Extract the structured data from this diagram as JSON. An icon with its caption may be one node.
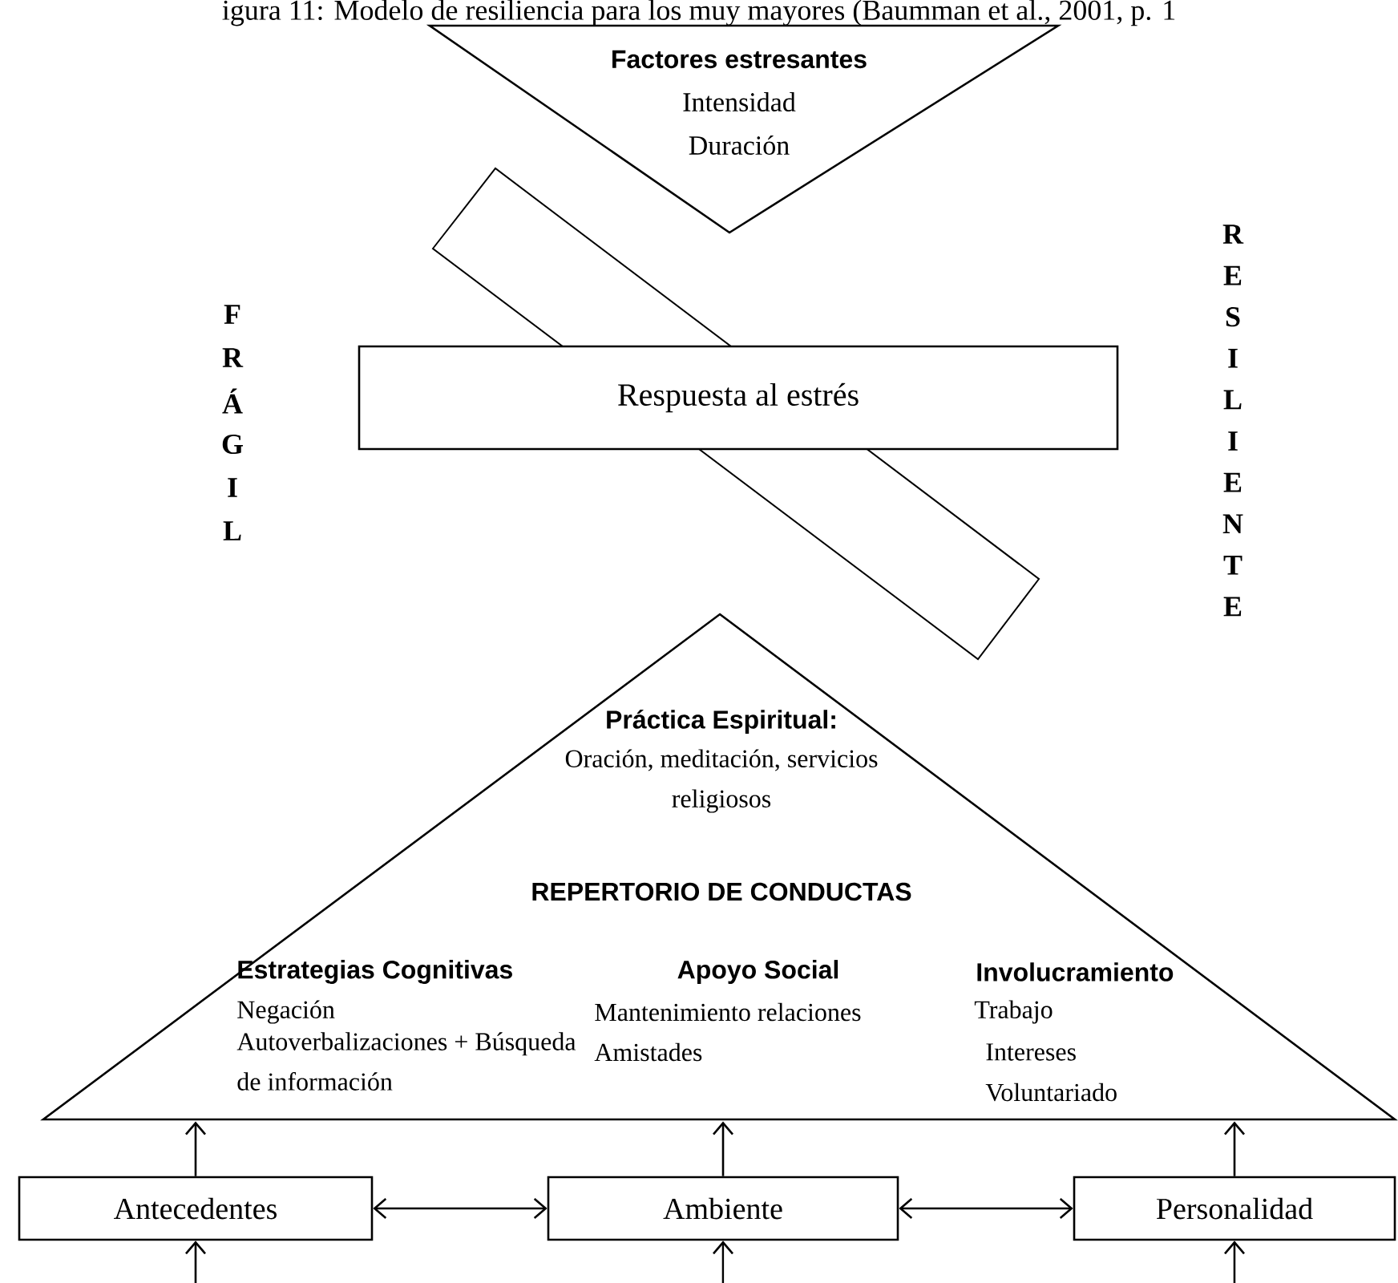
{
  "diagram": {
    "title": "igura 11: Modelo de resiliencia para los muy mayores (Baumman et al., 2001, p. 1",
    "nodes": [
      {
        "text": [
          "Factores estresantes",
          "Intensidad Duración"
        ]
      },
      {
        "text": [],
        "shape": "bar"
      },
      {
        "text": [
          "Respuesta al estrés"
        ]
      },
      {
        "text": [
          "Práctica Espiritual:",
          "Oración, meditación, servicios religiosos",
          "REPERTORIO DE CONDUCTAS",
          "Estrategias Cognitivas",
          "Negación",
          "Autoverbalizaciones + Búsqueda de información",
          "Apoyo Social",
          "Mantenimiento relaciones",
          "Amistades",
          "Involucramiento",
          "Trabajo",
          "Intereses",
          "Voluntariado"
        ]
      },
      {
        "text": [
          "Antecedentes"
        ]
      },
      {
        "text": [
          "Ambiente"
        ]
      },
      {
        "text": [
          "Personalidad"
        ]
      }
    ],
    "edges": [
      {
        "from": 4,
        "to": 3,
        "arrow": "to"
      },
      {
        "from": 5,
        "to": 3,
        "arrow": "to"
      },
      {
        "from": 6,
        "to": 3,
        "arrow": "to"
      },
      {
        "from": 4,
        "to": 5,
        "arrow": "both"
      },
      {
        "from": 5,
        "to": 6,
        "arrow": "both"
      },
      {
        "from": null,
        "to": 4,
        "arrow": "to"
      },
      {
        "from": null,
        "to": 5,
        "arrow": "to"
      },
      {
        "from": null,
        "to": 6,
        "arrow": "to"
      }
    ],
    "labels": [
      "F",
      "R",
      "Á",
      "G",
      "I",
      "L",
      "R",
      "E",
      "S",
      "I",
      "L",
      "I",
      "E",
      "N",
      "T",
      "E"
    ]
  }
}
